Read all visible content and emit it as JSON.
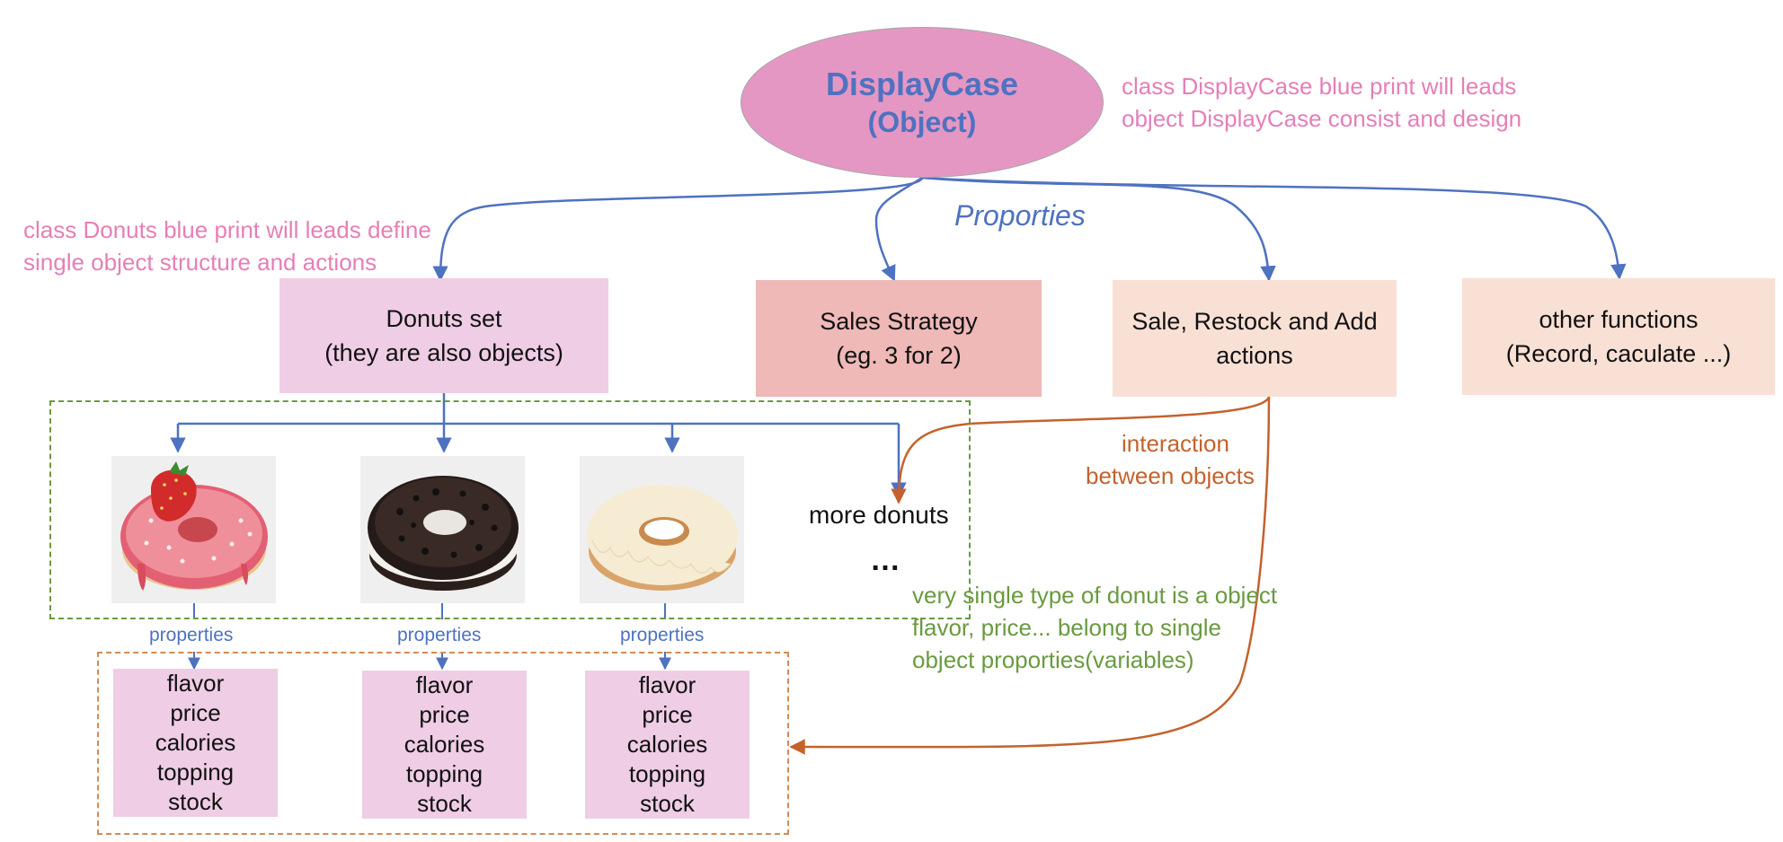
{
  "root": {
    "title": "DisplayCase",
    "subtitle": "(Object)"
  },
  "notes": {
    "root_line1": "class DisplayCase blue print will leads",
    "root_line2": "object DisplayCase consist and design",
    "donuts_line1": "class Donuts blue print will leads define",
    "donuts_line2": "single object structure and actions",
    "proporties": "Proporties",
    "interaction_line1": "interaction",
    "interaction_line2": "between objects",
    "single_line1": "very single type of donut is a object",
    "single_line2": "flavor, price... belong to single",
    "single_line3": "object proporties(variables)"
  },
  "boxes": {
    "donuts": {
      "line1": "Donuts set",
      "line2": "(they are also objects)"
    },
    "sales": {
      "line1": "Sales Strategy",
      "line2": "(eg. 3 for 2)"
    },
    "actions": {
      "line1": "Sale, Restock and Add",
      "line2": "actions"
    },
    "other": {
      "line1": "other functions",
      "line2": "(Record, caculate ...)"
    }
  },
  "donuts": [
    {
      "image": "strawberry-donut-icon",
      "properties_label": "properties",
      "fields": [
        "flavor",
        "price",
        "calories",
        "topping",
        "stock"
      ]
    },
    {
      "image": "chocolate-cookie-donut-icon",
      "properties_label": "properties",
      "fields": [
        "flavor",
        "price",
        "calories",
        "topping",
        "stock"
      ]
    },
    {
      "image": "vanilla-glazed-donut-icon",
      "properties_label": "properties",
      "fields": [
        "flavor",
        "price",
        "calories",
        "topping",
        "stock"
      ]
    }
  ],
  "more": {
    "label": "more donuts",
    "ellipsis": "…"
  },
  "colors": {
    "blue": "#4e72c0",
    "pink_text": "#e57fb8",
    "orange": "#c4622e",
    "green": "#6a9a40",
    "root_fill": "#e597c3",
    "donuts_fill": "#efcde5",
    "sales_fill": "#eeb9b7",
    "actions_fill": "#f9e0d5"
  }
}
